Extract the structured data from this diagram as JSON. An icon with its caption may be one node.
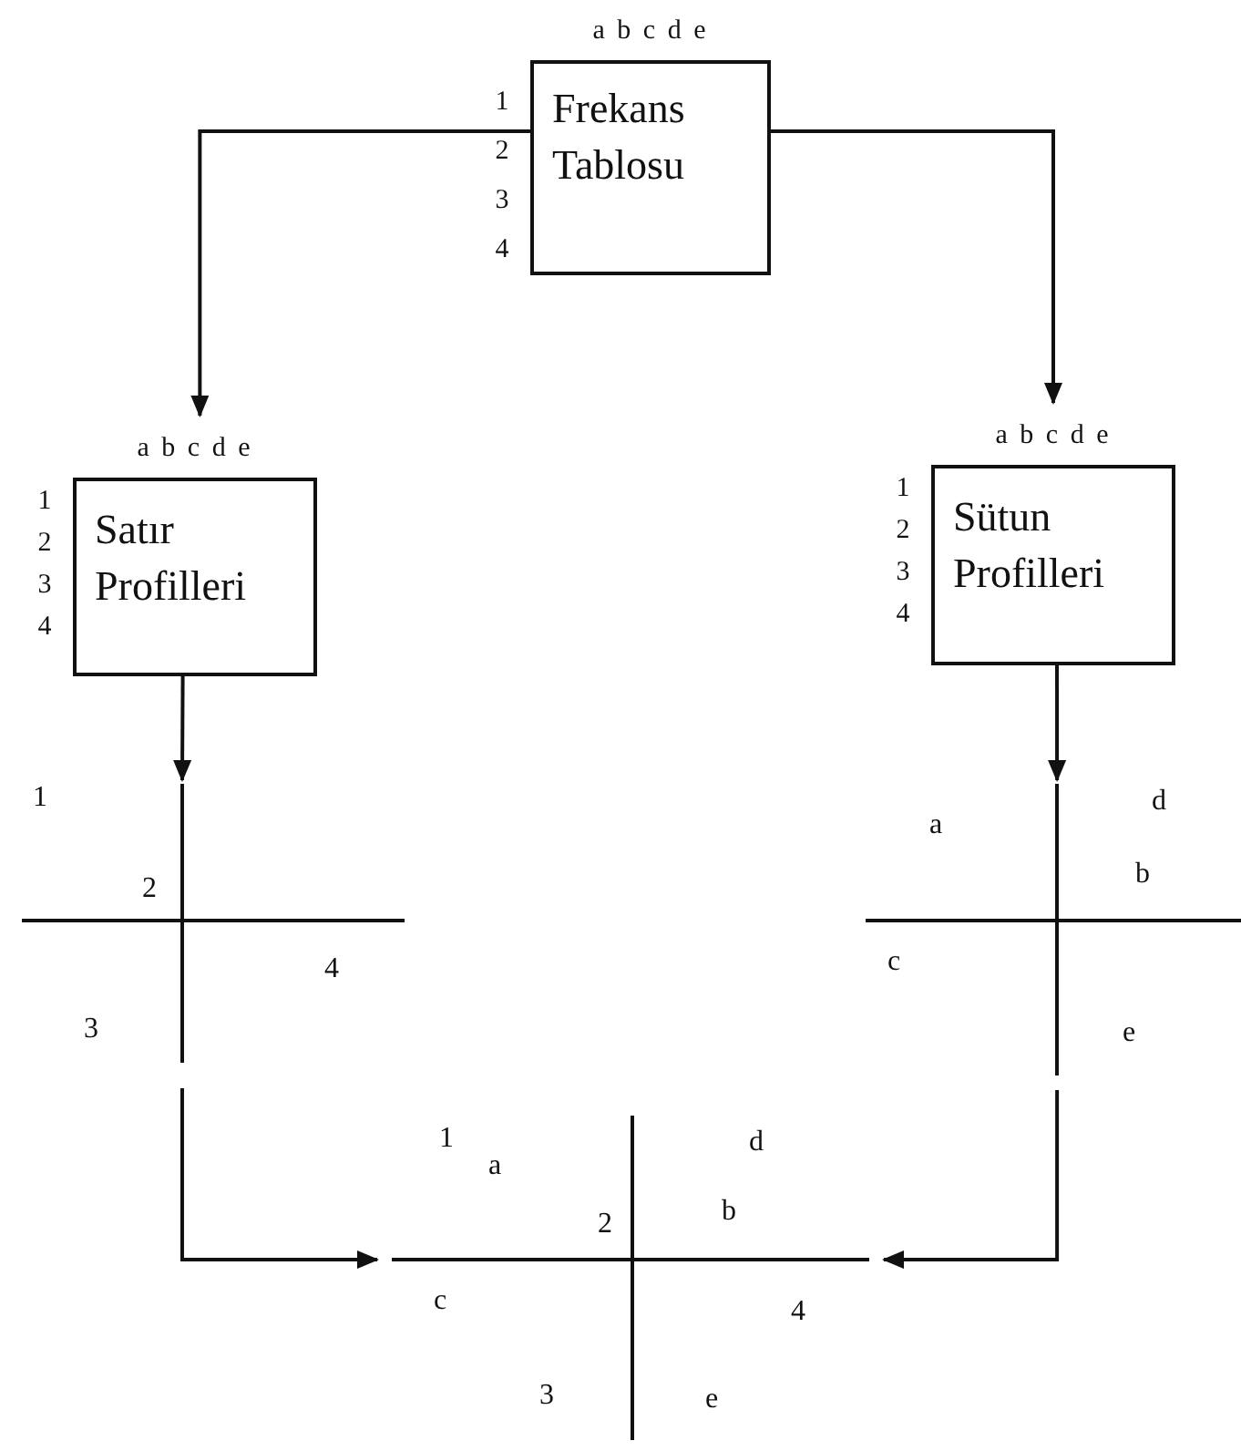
{
  "diagram": {
    "nodes": [
      {
        "text": [
          "Frekans Tablosu"
        ],
        "beside": [
          "a b c d e",
          "1 2 3 4"
        ]
      },
      {
        "text": [
          "Satır Profilleri"
        ],
        "beside": [
          "a b c d e",
          "1 2 3 4"
        ]
      },
      {
        "text": [
          "Sütun Profilleri"
        ],
        "beside": [
          "a b c d e",
          "1 2 3 4"
        ]
      },
      {
        "text": [
          "1",
          "2",
          "4",
          "3"
        ]
      },
      {
        "text": [
          "d",
          "a",
          "b",
          "c",
          "e"
        ]
      },
      {
        "text": [
          "1",
          "a",
          "d",
          "2",
          "b",
          "c",
          "4",
          "3",
          "e"
        ]
      }
    ],
    "edges": [
      {
        "from": 0,
        "to": 1,
        "arrow": "to"
      },
      {
        "from": 0,
        "to": 2,
        "arrow": "to"
      },
      {
        "from": 1,
        "to": 3,
        "arrow": "to"
      },
      {
        "from": 2,
        "to": 4,
        "arrow": "to"
      },
      {
        "from": 3,
        "to": 5,
        "arrow": "to"
      },
      {
        "from": 4,
        "to": 5,
        "arrow": "to"
      }
    ]
  }
}
